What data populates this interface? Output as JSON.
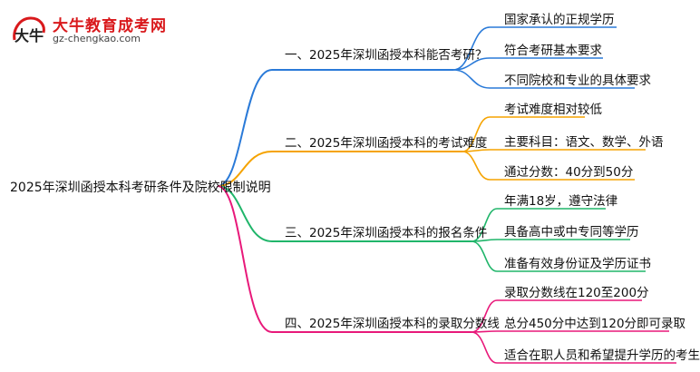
{
  "logo": {
    "title": "大牛教育成考网",
    "url": "gz-chengkao.com",
    "mark_text": "大牛"
  },
  "colors": {
    "branch1": "#2a7ad8",
    "branch2": "#f5a300",
    "branch3": "#20b56a",
    "branch4": "#e8197a",
    "brand": "#d9191c"
  },
  "root": "2025年深圳函授本科考研条件及院校限制说明",
  "branches": [
    {
      "label": "一、2025年深圳函授本科能否考研？",
      "leaves": [
        "国家承认的正规学历",
        "符合考研基本要求",
        "不同院校和专业的具体要求"
      ]
    },
    {
      "label": "二、2025年深圳函授本科的考试难度",
      "leaves": [
        "考试难度相对较低",
        "主要科目：语文、数学、外语",
        "通过分数：40分到50分"
      ]
    },
    {
      "label": "三、2025年深圳函授本科的报名条件",
      "leaves": [
        "年满18岁，遵守法律",
        "具备高中或中专同等学历",
        "准备有效身份证及学历证书"
      ]
    },
    {
      "label": "四、2025年深圳函授本科的录取分数线",
      "leaves": [
        "录取分数线在120至200分",
        "总分450分中达到120分即可录取",
        "适合在职人员和希望提升学历的考生"
      ]
    }
  ]
}
